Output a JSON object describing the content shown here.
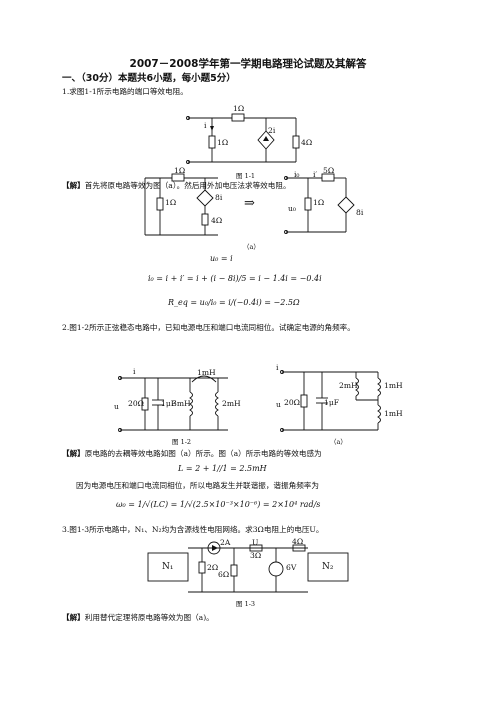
{
  "doc": {
    "title": "2007－2008学年第一学期电路理论试题及其解答",
    "section": "一、（30分）本题共6小题，每小题5分）",
    "q1": "1.求图1-1所示电路的端口等效电阻。",
    "fig1_1": "图 1-1",
    "sol1_tag": "【解】",
    "sol1_text": "首先将原电路等效为图（a）。然后用外加电压法求等效电阻。",
    "fig_a1": "（a）",
    "eq1": "u₀ = i",
    "eq2": "i₀ = i + i′ = i + (i − 8i)/5 = i − 1.4i = −0.4i",
    "eq3": "R_eq = u₀/i₀ = i/(−0.4i) = −2.5Ω",
    "q2": "2.图1-2所示正弦稳态电路中，已知电源电压和端口电流同相位。试确定电源的角频率。",
    "fig1_2": "图 1-2",
    "fig_a2": "（a）",
    "sol2_tag": "【解】",
    "sol2_text": "原电路的去耦等效电路如图（a）所示。图（a）所示电路的等效电感为",
    "eq4": "L = 2 + 1//1 = 2.5mH",
    "sol2_text2": "因为电源电压和端口电流同相位，所以电路发生并联谐振，谐振角频率为",
    "eq5": "ω₀ = 1/√(LC) = 1/√(2.5×10⁻³×10⁻⁶) = 2×10⁴ rad/s",
    "q3": "3.图1-3所示电路中，N₁、N₂均为含源线性电阻网络。求3Ω电阻上的电压U。",
    "fig1_3": "图 1-3",
    "sol3_tag": "【解】",
    "sol3_text": "利用替代定理将原电路等效为图（a)。",
    "labels": {
      "r1": "1Ω",
      "r5": "5Ω",
      "r4": "4Ω",
      "r20": "20Ω",
      "r2": "2Ω",
      "r6": "6Ω",
      "r3": "3Ω",
      "two_i": "2i",
      "eight_i": "8i",
      "i": "i",
      "i0": "i₀",
      "ip": "i′",
      "u0": "u₀",
      "u": "u",
      "c1": "1μF",
      "l1": "1mH",
      "l2": "2mH",
      "l3": "3mH",
      "cs2": "2A",
      "vs6": "6V",
      "U": "U",
      "n1": "N₁",
      "n2": "N₂",
      "plus": "+",
      "minus": "−",
      "arrow": "⇒"
    }
  }
}
